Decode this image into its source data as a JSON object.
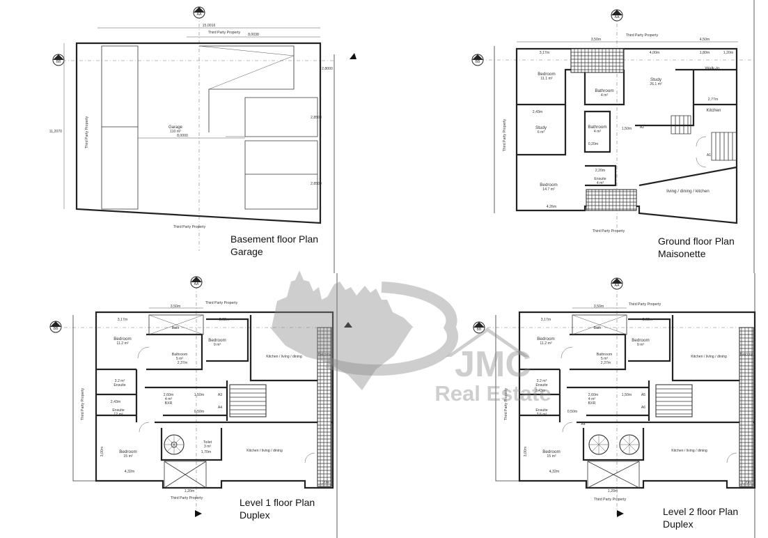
{
  "plans": [
    {
      "title": "Basement floor Plan",
      "subtitle": "Garage",
      "section_a": "AA",
      "section_b": "BB",
      "rooms": [
        {
          "name": "Garage",
          "area": "110 m²"
        }
      ],
      "neighbour": "Third Party Property",
      "dims": [
        "15,0016",
        "8,0038",
        "11,2070",
        "8,0000",
        "2,8000",
        "2,8500",
        "2,8500"
      ]
    },
    {
      "title": "Ground floor Plan",
      "subtitle": "Maisonette",
      "section_a": "AA",
      "section_b": "BB",
      "rooms": [
        {
          "name": "Bedroom",
          "area": "11.1 m²"
        },
        {
          "name": "Bathroom",
          "area": "4 m²"
        },
        {
          "name": "Study",
          "area": "26.1 m²"
        },
        {
          "name": "Walk-In",
          "area": ""
        },
        {
          "name": "Kitchen",
          "area": ""
        },
        {
          "name": "Study",
          "area": "6 m²"
        },
        {
          "name": "Bathroom",
          "area": "4 m²"
        },
        {
          "name": "Bedroom",
          "area": "14.7 m²"
        },
        {
          "name": "Ensuite",
          "area": "4 m²"
        },
        {
          "name": "living / dining / kitchen",
          "area": ""
        }
      ],
      "markers": [
        "A2",
        "A1"
      ],
      "neighbour": "Third Party Property",
      "dims": [
        "3,50m",
        "4,50m",
        "3,17m",
        "4,00m",
        "1,80m",
        "1,20m",
        "2,77m",
        "2,43m",
        "1,50m",
        "2,20m",
        "4,26m",
        "0,20m"
      ]
    },
    {
      "title": "Level 1 floor Plan",
      "subtitle": "Duplex",
      "section_a": "AA",
      "section_b": "BB",
      "rooms": [
        {
          "name": "Bedroom",
          "area": "11.2 m²"
        },
        {
          "name": "Bath",
          "area": ""
        },
        {
          "name": "Bedroom",
          "area": "9 m²"
        },
        {
          "name": "Kitchen / living / dining",
          "area": ""
        },
        {
          "name": "Bathroom",
          "area": "5 m²"
        },
        {
          "name": "Balcony",
          "area": ""
        },
        {
          "name": "Ensuite",
          "area": "3.2 m²"
        },
        {
          "name": "BXR",
          "area": "4 m²"
        },
        {
          "name": "Ensuite",
          "area": "12 m²"
        },
        {
          "name": "Bedroom",
          "area": "15 m²"
        },
        {
          "name": "Toilet",
          "area": "3 m²"
        },
        {
          "name": "Kitchen / living / dining",
          "area": ""
        }
      ],
      "markers": [
        "A3",
        "A4"
      ],
      "neighbour": "Third Party Property",
      "dims": [
        "3,50m",
        "3,17m",
        "2,92m",
        "2,37m",
        "2,43m",
        "2,60m",
        "1,50m",
        "0,50m",
        "4,32m",
        "1,20m",
        "1,20m",
        "3,00m",
        "1,70m"
      ]
    },
    {
      "title": "Level 2 floor Plan",
      "subtitle": "Duplex",
      "section_a": "AA",
      "section_b": "BB",
      "rooms": [
        {
          "name": "Bedroom",
          "area": "11.2 m²"
        },
        {
          "name": "Bath",
          "area": ""
        },
        {
          "name": "Bedroom",
          "area": "9 m²"
        },
        {
          "name": "Kitchen / living / dining",
          "area": ""
        },
        {
          "name": "Bathroom",
          "area": "5 m²"
        },
        {
          "name": "Balcony",
          "area": ""
        },
        {
          "name": "Ensuite",
          "area": "3.2 m²"
        },
        {
          "name": "BXR",
          "area": "4 m²"
        },
        {
          "name": "Ensuite",
          "area": "3.6 m²"
        },
        {
          "name": "Bedroom",
          "area": "15 m²"
        },
        {
          "name": "Kitchen / living / dining",
          "area": ""
        }
      ],
      "markers": [
        "A5",
        "A6",
        "A4'"
      ],
      "neighbour": "Third Party Property",
      "dims": [
        "3,50m",
        "3,17m",
        "2,92m",
        "2,37m",
        "2,43m",
        "2,60m",
        "1,50m",
        "0,50m",
        "4,32m",
        "1,20m",
        "1,20m",
        "3,00m"
      ]
    }
  ],
  "watermark": {
    "line1": "JMC",
    "line2": "Real Estate"
  },
  "colors": {
    "lines": "#222222",
    "watermark": "#8a8a8a",
    "background": "#ffffff"
  }
}
